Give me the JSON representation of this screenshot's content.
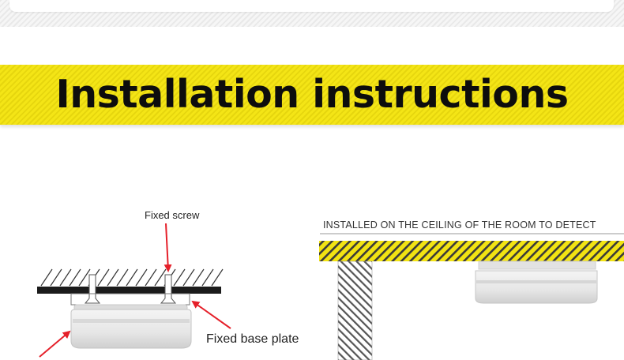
{
  "banner": {
    "title": "Installation instructions"
  },
  "left_diagram": {
    "fixed_screw_label": "Fixed screw",
    "fixed_base_plate_label": "Fixed base plate"
  },
  "right_diagram": {
    "caption": "INSTALLED ON THE CEILING OF THE ROOM TO DETECT"
  },
  "colors": {
    "banner_yellow": "#f2e312",
    "arrow_red": "#e5202a",
    "ceiling_black": "#1b1b1b"
  }
}
